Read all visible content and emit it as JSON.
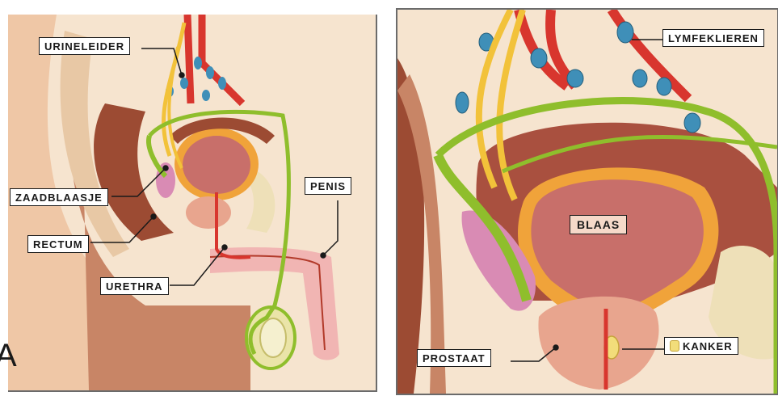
{
  "left_panel": {
    "panel_letter": "A",
    "labels": {
      "urineleider": "URINELEIDER",
      "zaadblaasje": "ZAADBLAASJE",
      "rectum": "RECTUM",
      "urethra": "URETHRA",
      "penis": "PENIS"
    }
  },
  "right_panel": {
    "labels": {
      "lymfeklieren": "LYMFEKLIEREN",
      "blaas": "BLAAS",
      "prostaat": "PROSTAAT",
      "kanker": "KANKER"
    }
  },
  "colors": {
    "skin": "#f6e4cf",
    "bladder": "#c86f6a",
    "rectum": "#9c4b33",
    "ureter": "#f2c23a",
    "vas_deferens": "#8fbe2c",
    "artery": "#d8362e",
    "lymph_node": "#3f8fb8",
    "prostate": "#e8a58e",
    "seminal_vesicle": "#d98bb4",
    "cancer": "#f2dd7a"
  }
}
